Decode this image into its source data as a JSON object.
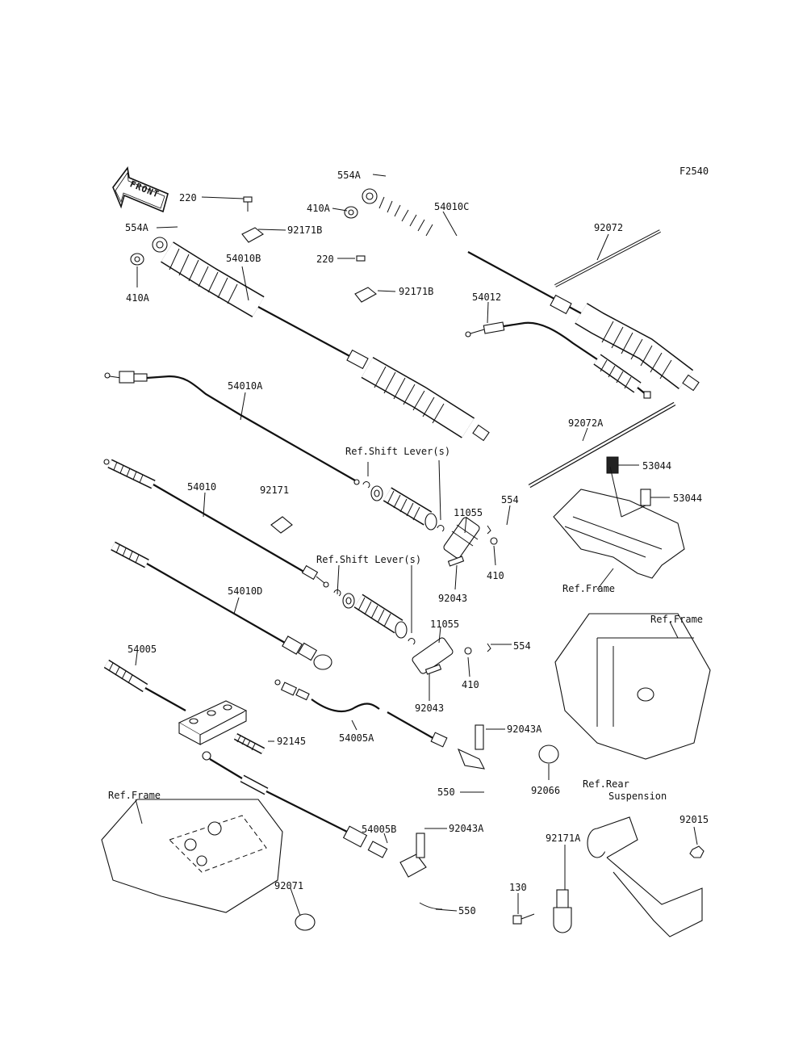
{
  "figure_code": "F2540",
  "front_arrow": "FRONT",
  "labels": {
    "l554a_top": "554A",
    "l220_a": "220",
    "l410a_top": "410A",
    "l54010c": "54010C",
    "l92072": "92072",
    "l554a_left": "554A",
    "l92171b_a": "92171B",
    "l54010b": "54010B",
    "l220_b": "220",
    "l92171b_b": "92171B",
    "l410a_left": "410A",
    "l54012": "54012",
    "l54010a": "54010A",
    "l92072a": "92072A",
    "l53044_a": "53044",
    "l53044_b": "53044",
    "l54010": "54010",
    "l92171": "92171",
    "l554_a": "554",
    "l11055_a": "11055",
    "l410_a": "410",
    "l92043_a": "92043",
    "l54010d": "54010D",
    "l11055_b": "11055",
    "l554_b": "554",
    "l410_b": "410",
    "l92043_b": "92043",
    "l54005": "54005",
    "l92145": "92145",
    "l54005a": "54005A",
    "l92043a_a": "92043A",
    "l550_a": "550",
    "l92066": "92066",
    "l54005b": "54005B",
    "l92043a_b": "92043A",
    "l550_b": "550",
    "l92071": "92071",
    "l92015": "92015",
    "l92171a": "92171A",
    "l130": "130"
  },
  "refs": {
    "shift_lever_1": "Ref.Shift Lever(s)",
    "shift_lever_2": "Ref.Shift Lever(s)",
    "frame_1": "Ref.Frame",
    "frame_2": "Ref.Frame",
    "frame_3": "Ref.Frame",
    "rear_suspension_1": "Ref.Rear",
    "rear_suspension_2": "Suspension"
  }
}
